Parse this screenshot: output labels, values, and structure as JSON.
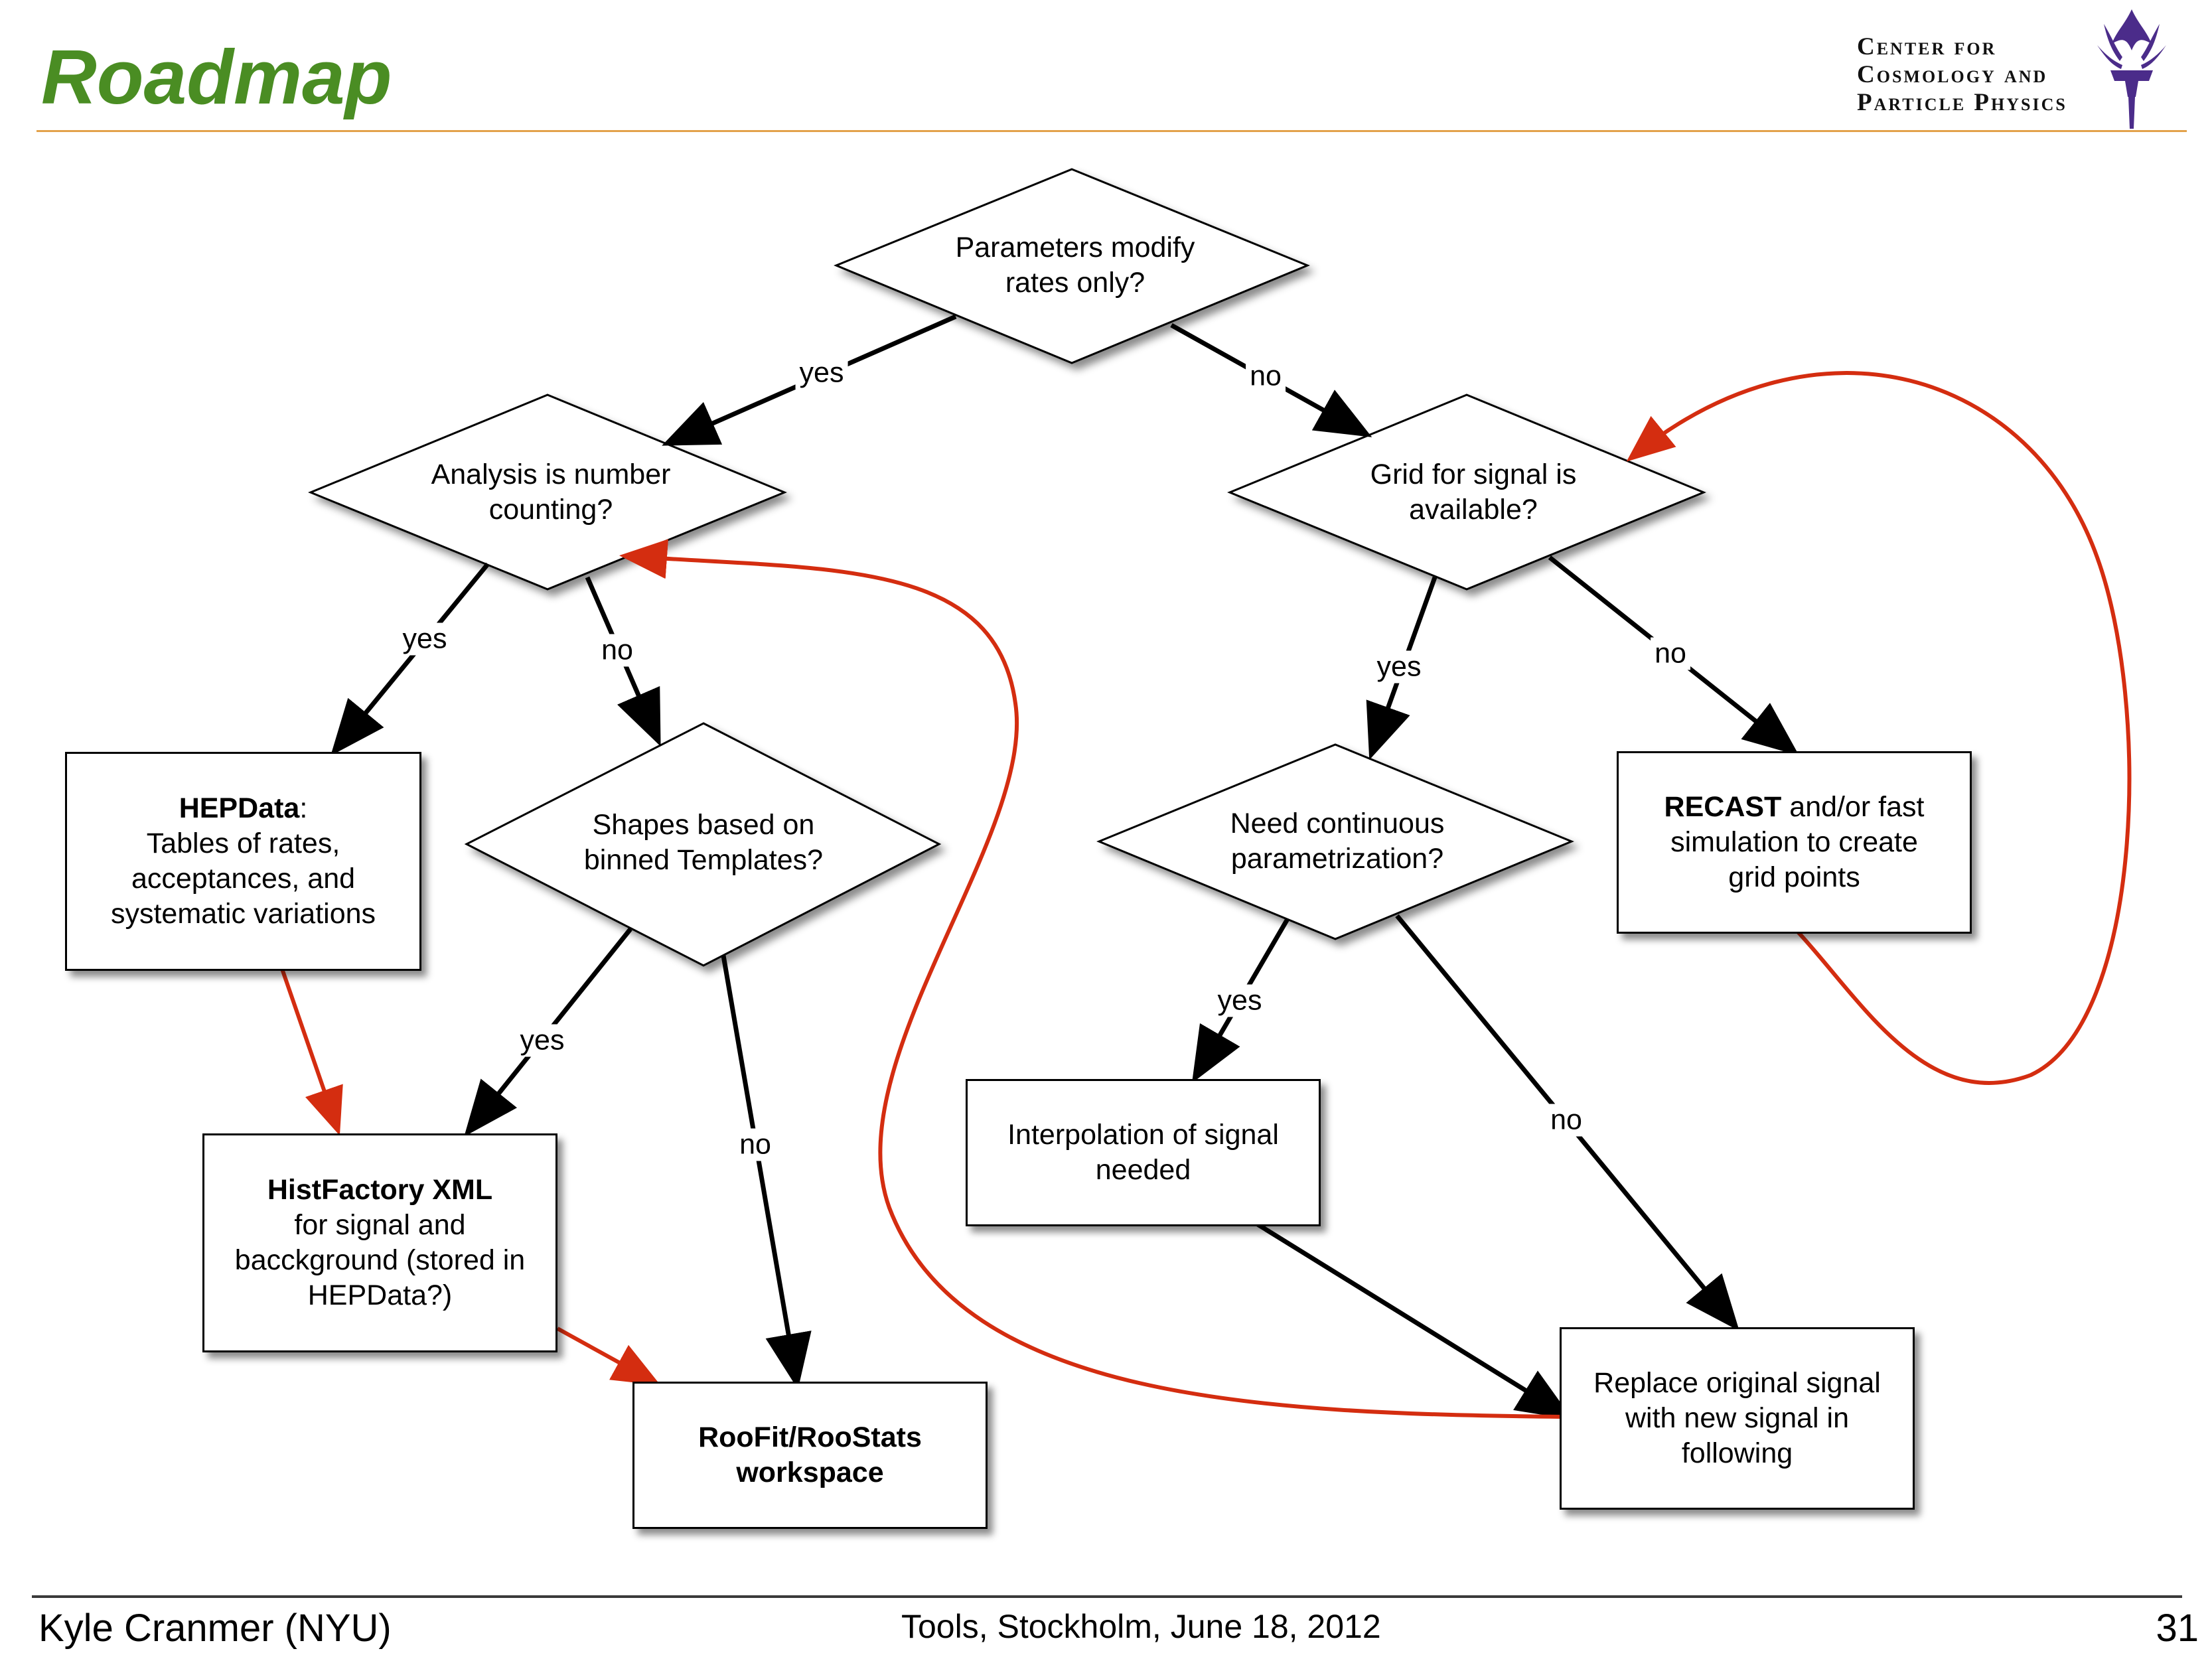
{
  "slide": {
    "title": "Roadmap",
    "title_color": "#4a8d23",
    "rule_color": "#e3a24b",
    "logo": {
      "line1": "Center for",
      "line2": "Cosmology and",
      "line3": "Particle Physics",
      "icon": "nyu-torch-icon",
      "icon_color": "#4b2c8a"
    },
    "footer": {
      "author": "Kyle Cranmer (NYU)",
      "event": "Tools, Stockholm, June 18, 2012",
      "page": "31"
    }
  },
  "flowchart": {
    "decisions": {
      "rates_only": "Parameters modify rates only?",
      "number_counting": "Analysis is number counting?",
      "grid_available": "Grid for signal is available?",
      "shapes_templates": "Shapes based on binned Templates?",
      "continuous_param": "Need continuous parametrization?"
    },
    "boxes": {
      "hepdata_bold": "HEPData",
      "hepdata_text": "Tables of rates, acceptances, and systematic variations",
      "recast_bold": "RECAST",
      "recast_text": "and/or fast simulation to create grid points",
      "histfactory_bold": "HistFactory XML",
      "histfactory_text": "for signal and bacckground (stored in HEPData?)",
      "interpolation": "Interpolation of signal needed",
      "roofit": "RooFit/RooStats workspace",
      "replace_signal": "Replace original signal with new signal in following"
    },
    "edge_labels": {
      "yes": "yes",
      "no": "no"
    },
    "colors": {
      "flow_arrow": "#000000",
      "feedback_arrow": "#d42d10"
    }
  }
}
